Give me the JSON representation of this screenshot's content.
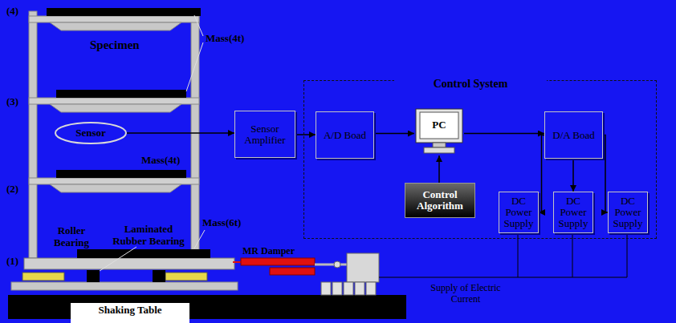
{
  "diagram": {
    "nodes": [
      {
        "text": [
          "Sensor"
        ]
      },
      {
        "text": [
          "Sensor Amplifier"
        ]
      },
      {
        "text": [
          "Control System"
        ]
      },
      {
        "text": [
          "A/D Boad"
        ],
        "in": 2
      },
      {
        "text": [
          "PC"
        ],
        "in": 2
      },
      {
        "text": [
          "Control Algorithm"
        ],
        "in": 2
      },
      {
        "text": [
          "D/A Boad"
        ],
        "in": 2
      },
      {
        "text": [
          "DC Power Supply"
        ],
        "in": 2
      },
      {
        "text": [
          "DC Power Supply"
        ],
        "in": 2
      },
      {
        "text": [
          "DC Power Supply"
        ],
        "in": 2
      },
      {
        "text": [
          "Shaking Table"
        ]
      }
    ],
    "edges": [
      {
        "from": 0,
        "to": 1,
        "arrow": "to"
      },
      {
        "from": 1,
        "to": 3,
        "arrow": "to"
      },
      {
        "from": 3,
        "to": 4,
        "arrow": "to"
      },
      {
        "from": 5,
        "to": 4,
        "arrow": "to"
      },
      {
        "from": 4,
        "to": 6,
        "arrow": "to"
      },
      {
        "from": 6,
        "to": 7,
        "arrow": "to"
      },
      {
        "from": 6,
        "to": 8,
        "arrow": "to"
      },
      {
        "from": 6,
        "to": 9,
        "arrow": "to"
      }
    ],
    "labels": [
      "(4)",
      "Specimen",
      "Mass(4t)",
      "(3)",
      "Mass(4t)",
      "(2)",
      "Roller Bearing",
      "Laminated Rubber Bearing",
      "Mass(6t)",
      "(1)",
      "MR Damper",
      "Supply of Electric Current"
    ]
  }
}
